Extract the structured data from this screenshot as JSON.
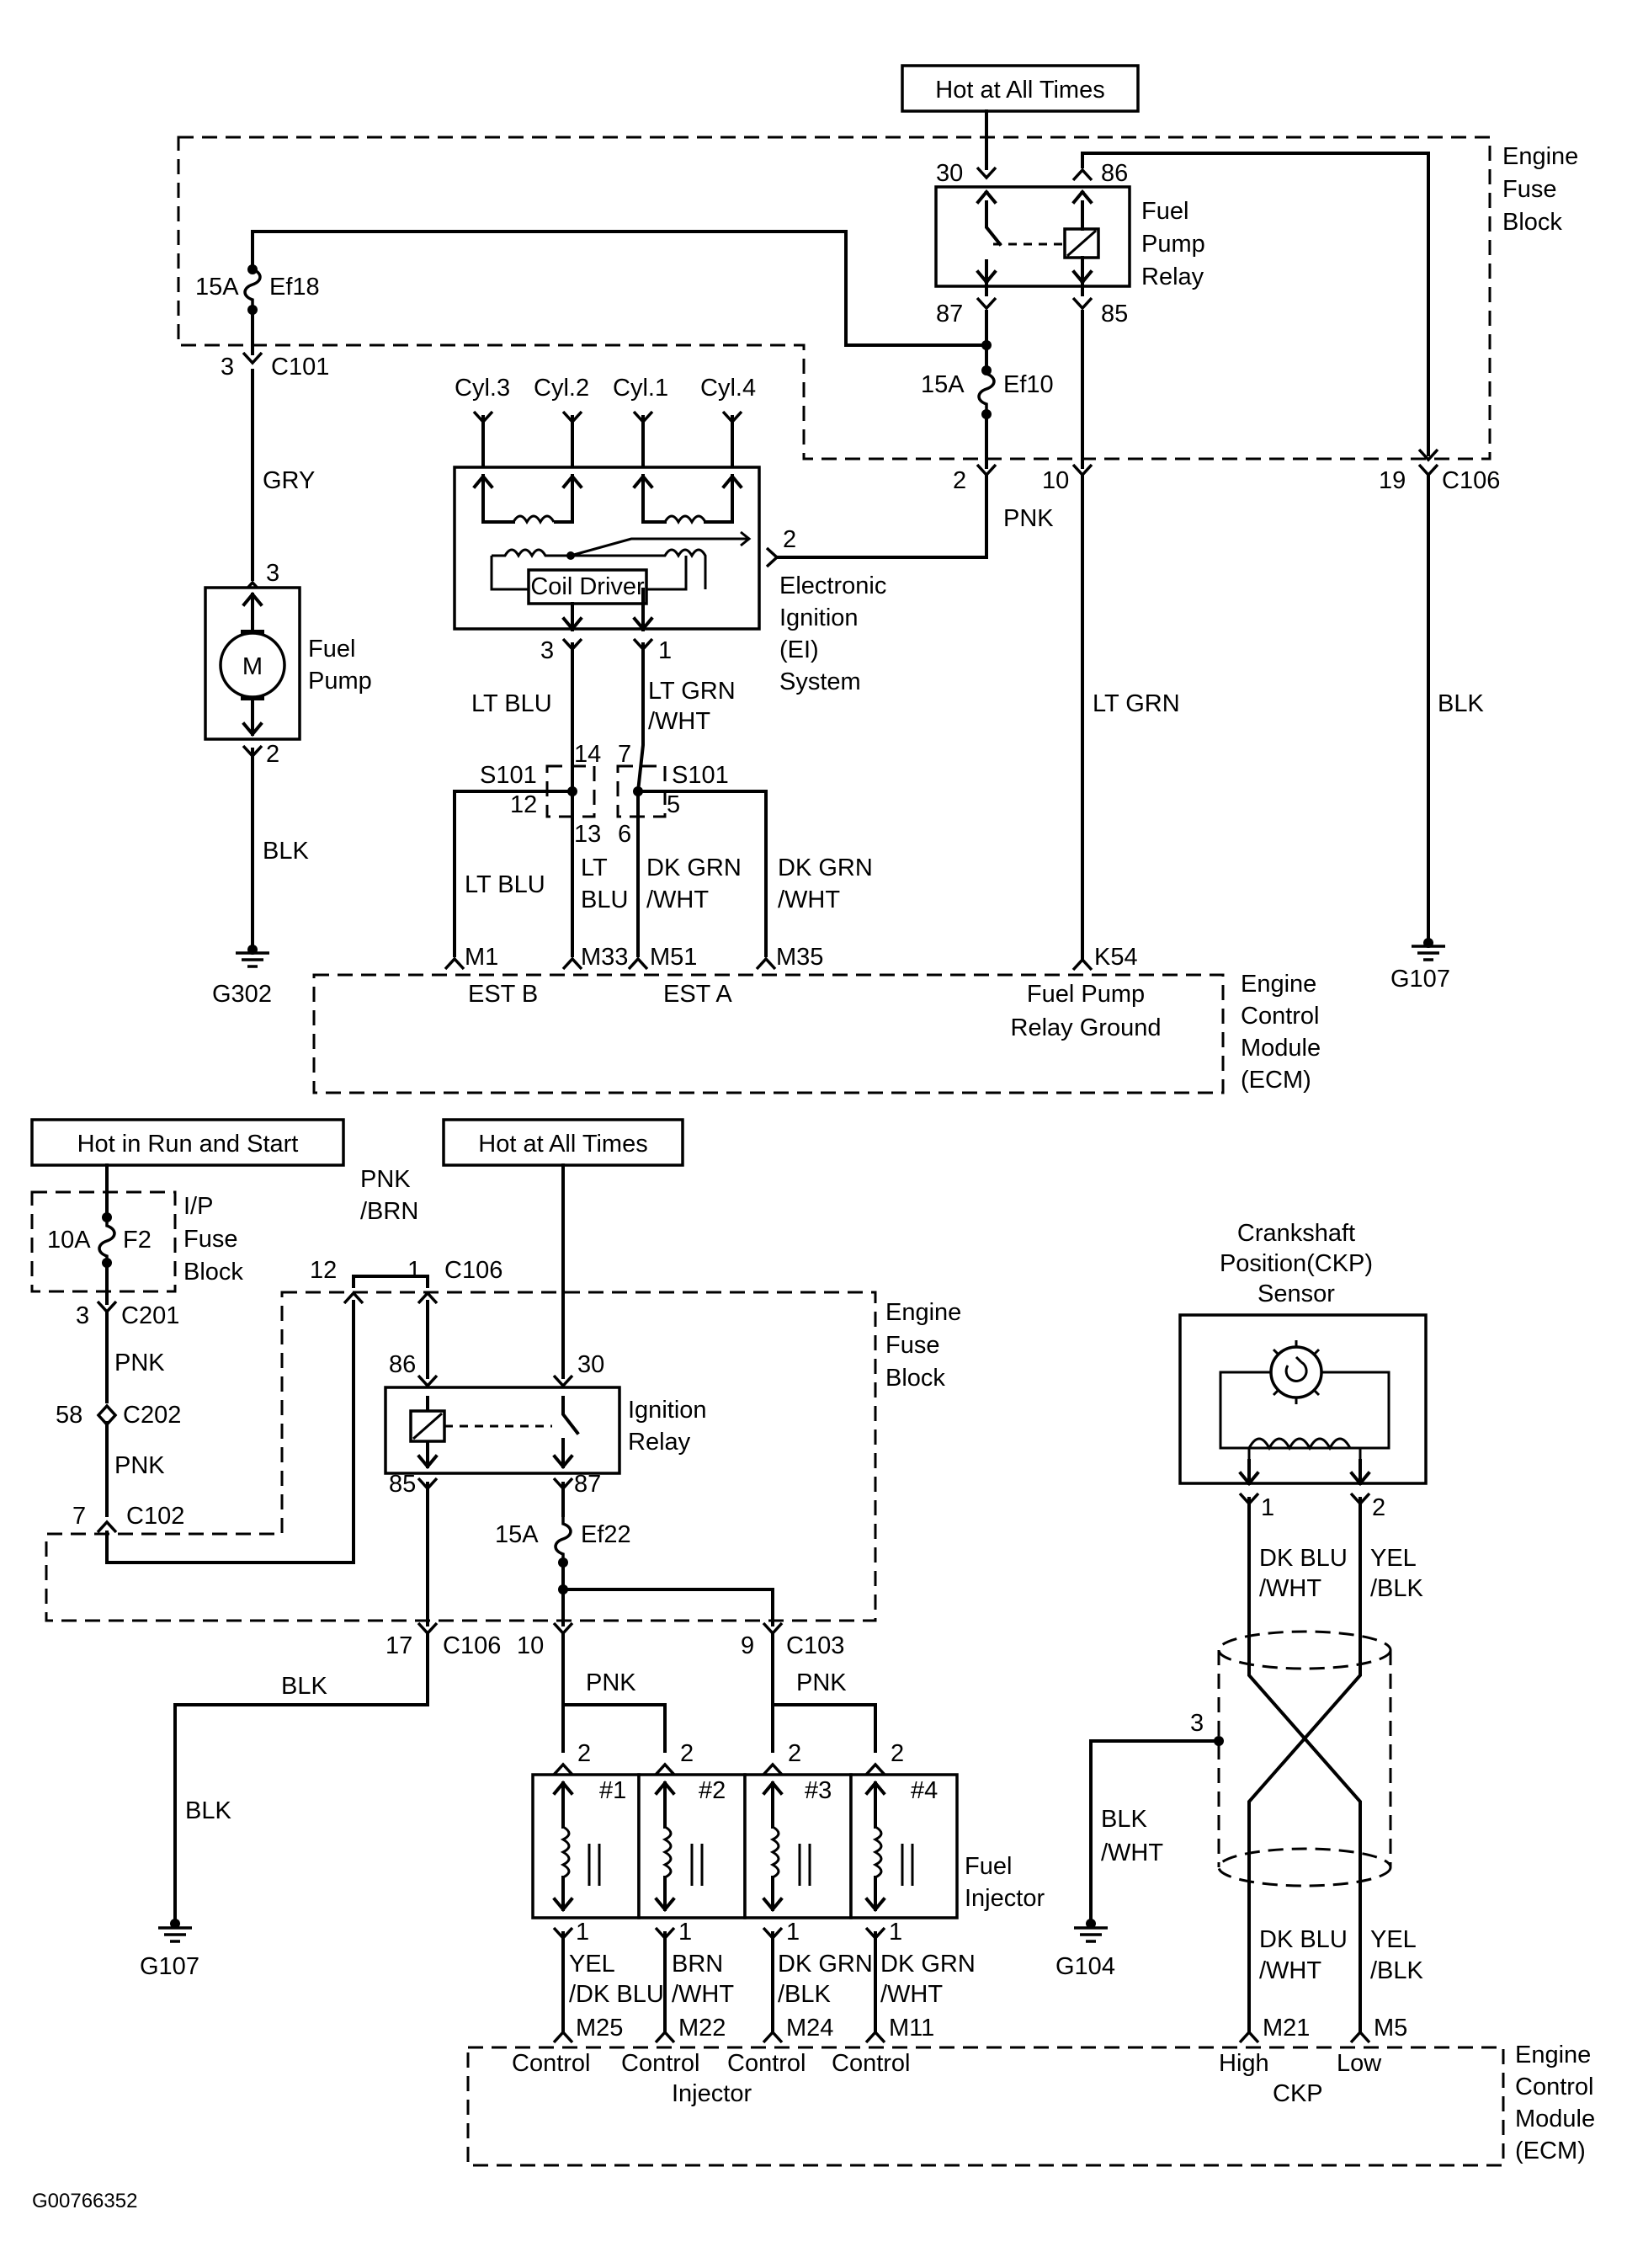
{
  "figure_id": "G00766352",
  "top_diagram": {
    "power_source": "Hot at All Times",
    "engine_fuse_block": [
      "Engine",
      "Fuse",
      "Block"
    ],
    "fuel_pump_relay": [
      "Fuel",
      "Pump",
      "Relay"
    ],
    "relay_pins": {
      "p30": "30",
      "p86": "86",
      "p87": "87",
      "p85": "85"
    },
    "fuse_ef18": {
      "rating": "15A",
      "name": "Ef18"
    },
    "fuse_ef10": {
      "rating": "15A",
      "name": "Ef10"
    },
    "c101": {
      "pin": "3",
      "name": "C101"
    },
    "c106": {
      "pin2": "2",
      "pin10": "10",
      "pin19": "19",
      "name": "C106"
    },
    "wires": {
      "gry": "GRY",
      "pnk": "PNK",
      "lt_grn": "LT GRN",
      "blk_right": "BLK",
      "blk_pump": "BLK",
      "lt_blu": "LT BLU",
      "lt_grn_wht": [
        "LT GRN",
        "/WHT"
      ],
      "lt_blu_m1": "LT BLU",
      "lt_blu_m33": [
        "LT",
        "BLU"
      ],
      "dk_grn_wht_m51": [
        "DK GRN",
        "/WHT"
      ],
      "dk_grn_wht_m35": [
        "DK GRN",
        "/WHT"
      ]
    },
    "fuel_pump": {
      "label": [
        "Fuel",
        "Pump"
      ],
      "motor": "M",
      "pin_top": "3",
      "pin_bottom": "2"
    },
    "cylinders": [
      "Cyl.3",
      "Cyl.2",
      "Cyl.1",
      "Cyl.4"
    ],
    "coil_driver": "Coil Driver",
    "ei_pin": "2",
    "ei_label": [
      "Electronic",
      "Ignition",
      "(EI)",
      "System"
    ],
    "ei_pin3": "3",
    "ei_pin1": "1",
    "splice": {
      "name": "S101",
      "pins": {
        "p14": "14",
        "p12": "12",
        "p13": "13",
        "p7": "7",
        "p5": "5",
        "p6": "6"
      }
    },
    "grounds": {
      "g302": "G302",
      "g107": "G107"
    },
    "ecm_pins": {
      "m1": "M1",
      "m33": "M33",
      "m51": "M51",
      "m35": "M35",
      "k54": "K54"
    },
    "ecm_labels": {
      "est_b": "EST B",
      "est_a": "EST A",
      "fuel_pump_relay_ground": [
        "Fuel Pump",
        "Relay Ground"
      ]
    },
    "ecm_name": [
      "Engine",
      "Control",
      "Module",
      "(ECM)"
    ]
  },
  "bottom_diagram": {
    "hot_in_run_start": "Hot in Run and Start",
    "hot_at_all_times": "Hot at All Times",
    "ip_fuse_block": [
      "I/P",
      "Fuse",
      "Block"
    ],
    "fuse_f2": {
      "rating": "10A",
      "name": "F2"
    },
    "c201": {
      "pin": "3",
      "name": "C201"
    },
    "c202": {
      "pin": "58",
      "name": "C202"
    },
    "c102": {
      "pin": "7",
      "name": "C102"
    },
    "wire_pnk_1": "PNK",
    "wire_pnk_2": "PNK",
    "wire_pnk_brn": [
      "PNK",
      "/BRN"
    ],
    "c106_top": {
      "pin12": "12",
      "pin1": "1",
      "name": "C106"
    },
    "engine_fuse_block": [
      "Engine",
      "Fuse",
      "Block"
    ],
    "ignition_relay": [
      "Ignition",
      "Relay"
    ],
    "relay_pins": {
      "p86": "86",
      "p30": "30",
      "p85": "85",
      "p87": "87"
    },
    "fuse_ef22": {
      "rating": "15A",
      "name": "Ef22"
    },
    "c106_bottom": {
      "pin17": "17",
      "pin10": "10",
      "name": "C106"
    },
    "c103": {
      "pin": "9",
      "name": "C103"
    },
    "wire_blk_1": "BLK",
    "wire_blk_2": "BLK",
    "ground_g107": "G107",
    "wire_pnk_left": "PNK",
    "wire_pnk_right": "PNK",
    "injectors": [
      {
        "num": "#1",
        "pin_top": "2",
        "pin_bottom": "1",
        "wire": [
          "YEL",
          "/DK BLU"
        ],
        "ecm_pin": "M25",
        "label": "Control"
      },
      {
        "num": "#2",
        "pin_top": "2",
        "pin_bottom": "1",
        "wire": [
          "BRN",
          "/WHT"
        ],
        "ecm_pin": "M22",
        "label": "Control"
      },
      {
        "num": "#3",
        "pin_top": "2",
        "pin_bottom": "1",
        "wire": [
          "DK GRN",
          "/BLK"
        ],
        "ecm_pin": "M24",
        "label": "Control"
      },
      {
        "num": "#4",
        "pin_top": "2",
        "pin_bottom": "1",
        "wire": [
          "DK GRN",
          "/WHT"
        ],
        "ecm_pin": "M11",
        "label": "Control"
      }
    ],
    "fuel_injector_label": [
      "Fuel",
      "Injector"
    ],
    "injector_common": "Injector",
    "ckp_sensor": [
      "Crankshaft",
      "Position(CKP)",
      "Sensor"
    ],
    "ckp_pins": {
      "p1": "1",
      "p2": "2"
    },
    "ckp_wires": {
      "dk_blu_wht": [
        "DK BLU",
        "/WHT"
      ],
      "yel_blk": [
        "YEL",
        "/BLK"
      ]
    },
    "shield_pin": "3",
    "shield_wire": [
      "BLK",
      "/WHT"
    ],
    "ground_g104": "G104",
    "ecm_pins": {
      "m21": "M21",
      "m5": "M5"
    },
    "ecm_labels": {
      "high": "High",
      "low": "Low",
      "ckp": "CKP"
    },
    "ecm_name": [
      "Engine",
      "Control",
      "Module",
      "(ECM)"
    ]
  }
}
